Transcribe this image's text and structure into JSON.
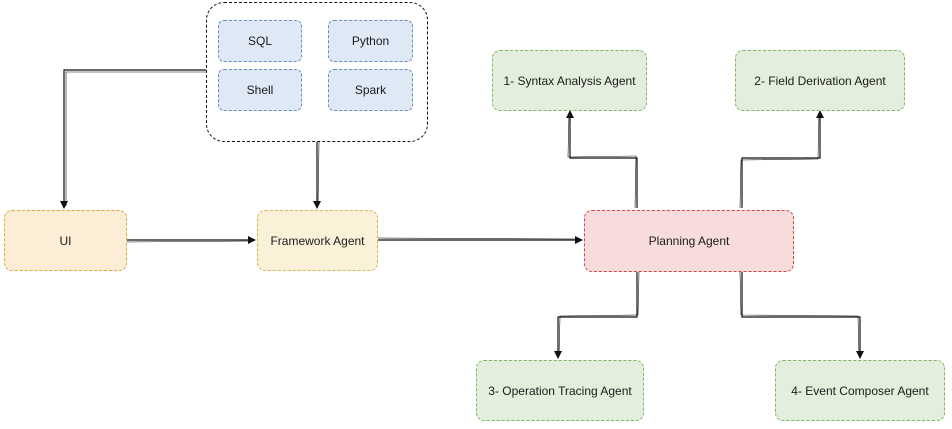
{
  "languages": {
    "sql": "SQL",
    "python": "Python",
    "shell": "Shell",
    "spark": "Spark"
  },
  "nodes": {
    "ui": "UI",
    "framework_agent": "Framework Agent",
    "planning_agent": "Planning Agent",
    "syntax_analysis_agent": "1- Syntax Analysis Agent",
    "field_derivation_agent": "2- Field Derivation Agent",
    "operation_tracing_agent": "3- Operation Tracing Agent",
    "event_composer_agent": "4- Event Composer Agent"
  },
  "colors": {
    "blue_fill": "#dfe8f5",
    "green_fill": "#e3efdc",
    "yellow_fill": "#fbf1d9",
    "red_fill": "#f8dcdc",
    "edge": "#111111"
  }
}
